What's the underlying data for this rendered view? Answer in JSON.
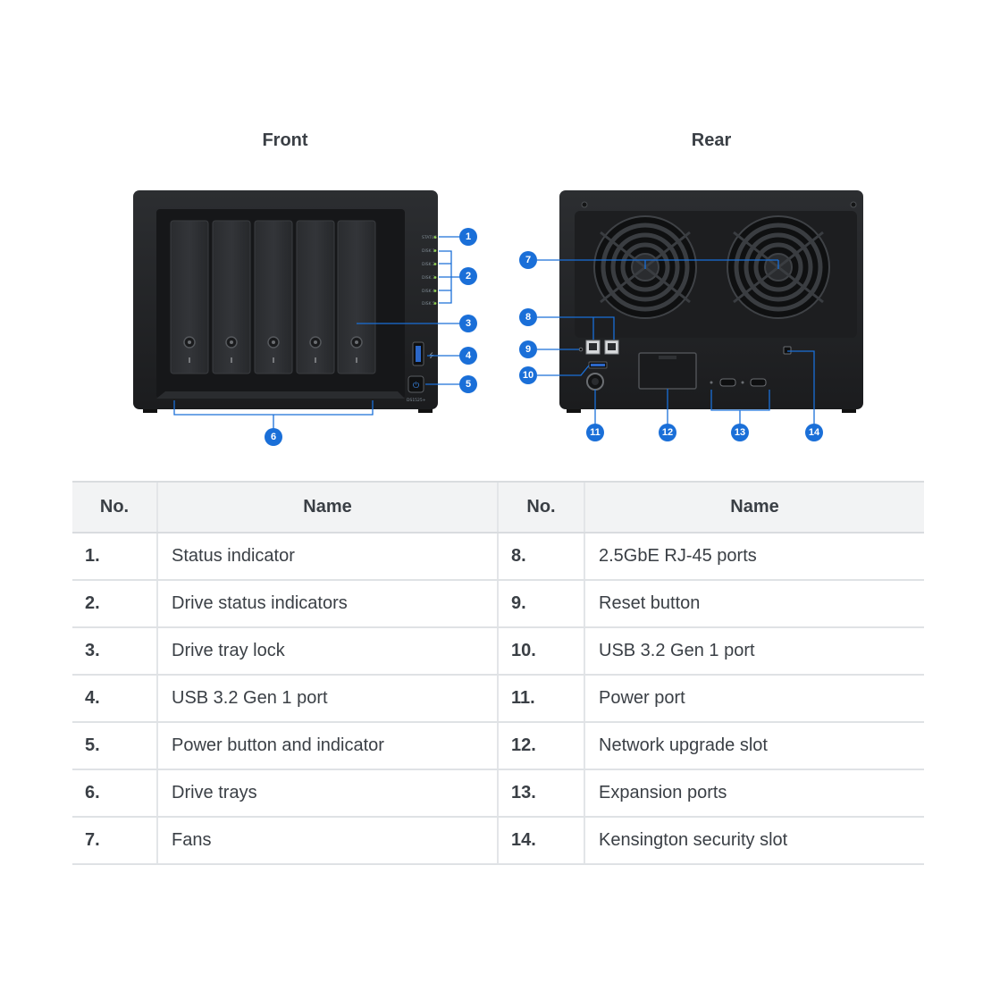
{
  "front": {
    "title": "Front",
    "led_labels": [
      "STATUS",
      "DISK 1",
      "DISK 2",
      "DISK 3",
      "DISK 4",
      "DISK 5"
    ],
    "model_label": "DS1525+"
  },
  "rear": {
    "title": "Rear"
  },
  "markers": [
    "1",
    "2",
    "3",
    "4",
    "5",
    "6",
    "7",
    "8",
    "9",
    "10",
    "11",
    "12",
    "13",
    "14"
  ],
  "accent_color": "#1a6fd8",
  "table": {
    "headers": [
      "No.",
      "Name",
      "No.",
      "Name"
    ],
    "rows": [
      {
        "no": "1.",
        "name": "Status indicator",
        "no2": "8.",
        "name2": "2.5GbE RJ-45 ports"
      },
      {
        "no": "2.",
        "name": "Drive status indicators",
        "no2": "9.",
        "name2": "Reset button"
      },
      {
        "no": "3.",
        "name": "Drive tray lock",
        "no2": "10.",
        "name2": "USB 3.2 Gen 1 port"
      },
      {
        "no": "4.",
        "name": "USB 3.2 Gen 1 port",
        "no2": "11.",
        "name2": "Power port"
      },
      {
        "no": "5.",
        "name": "Power button and indicator",
        "no2": "12.",
        "name2": "Network upgrade slot"
      },
      {
        "no": "6.",
        "name": "Drive trays",
        "no2": "13.",
        "name2": "Expansion ports"
      },
      {
        "no": "7.",
        "name": "Fans",
        "no2": "14.",
        "name2": "Kensington security slot"
      }
    ]
  }
}
